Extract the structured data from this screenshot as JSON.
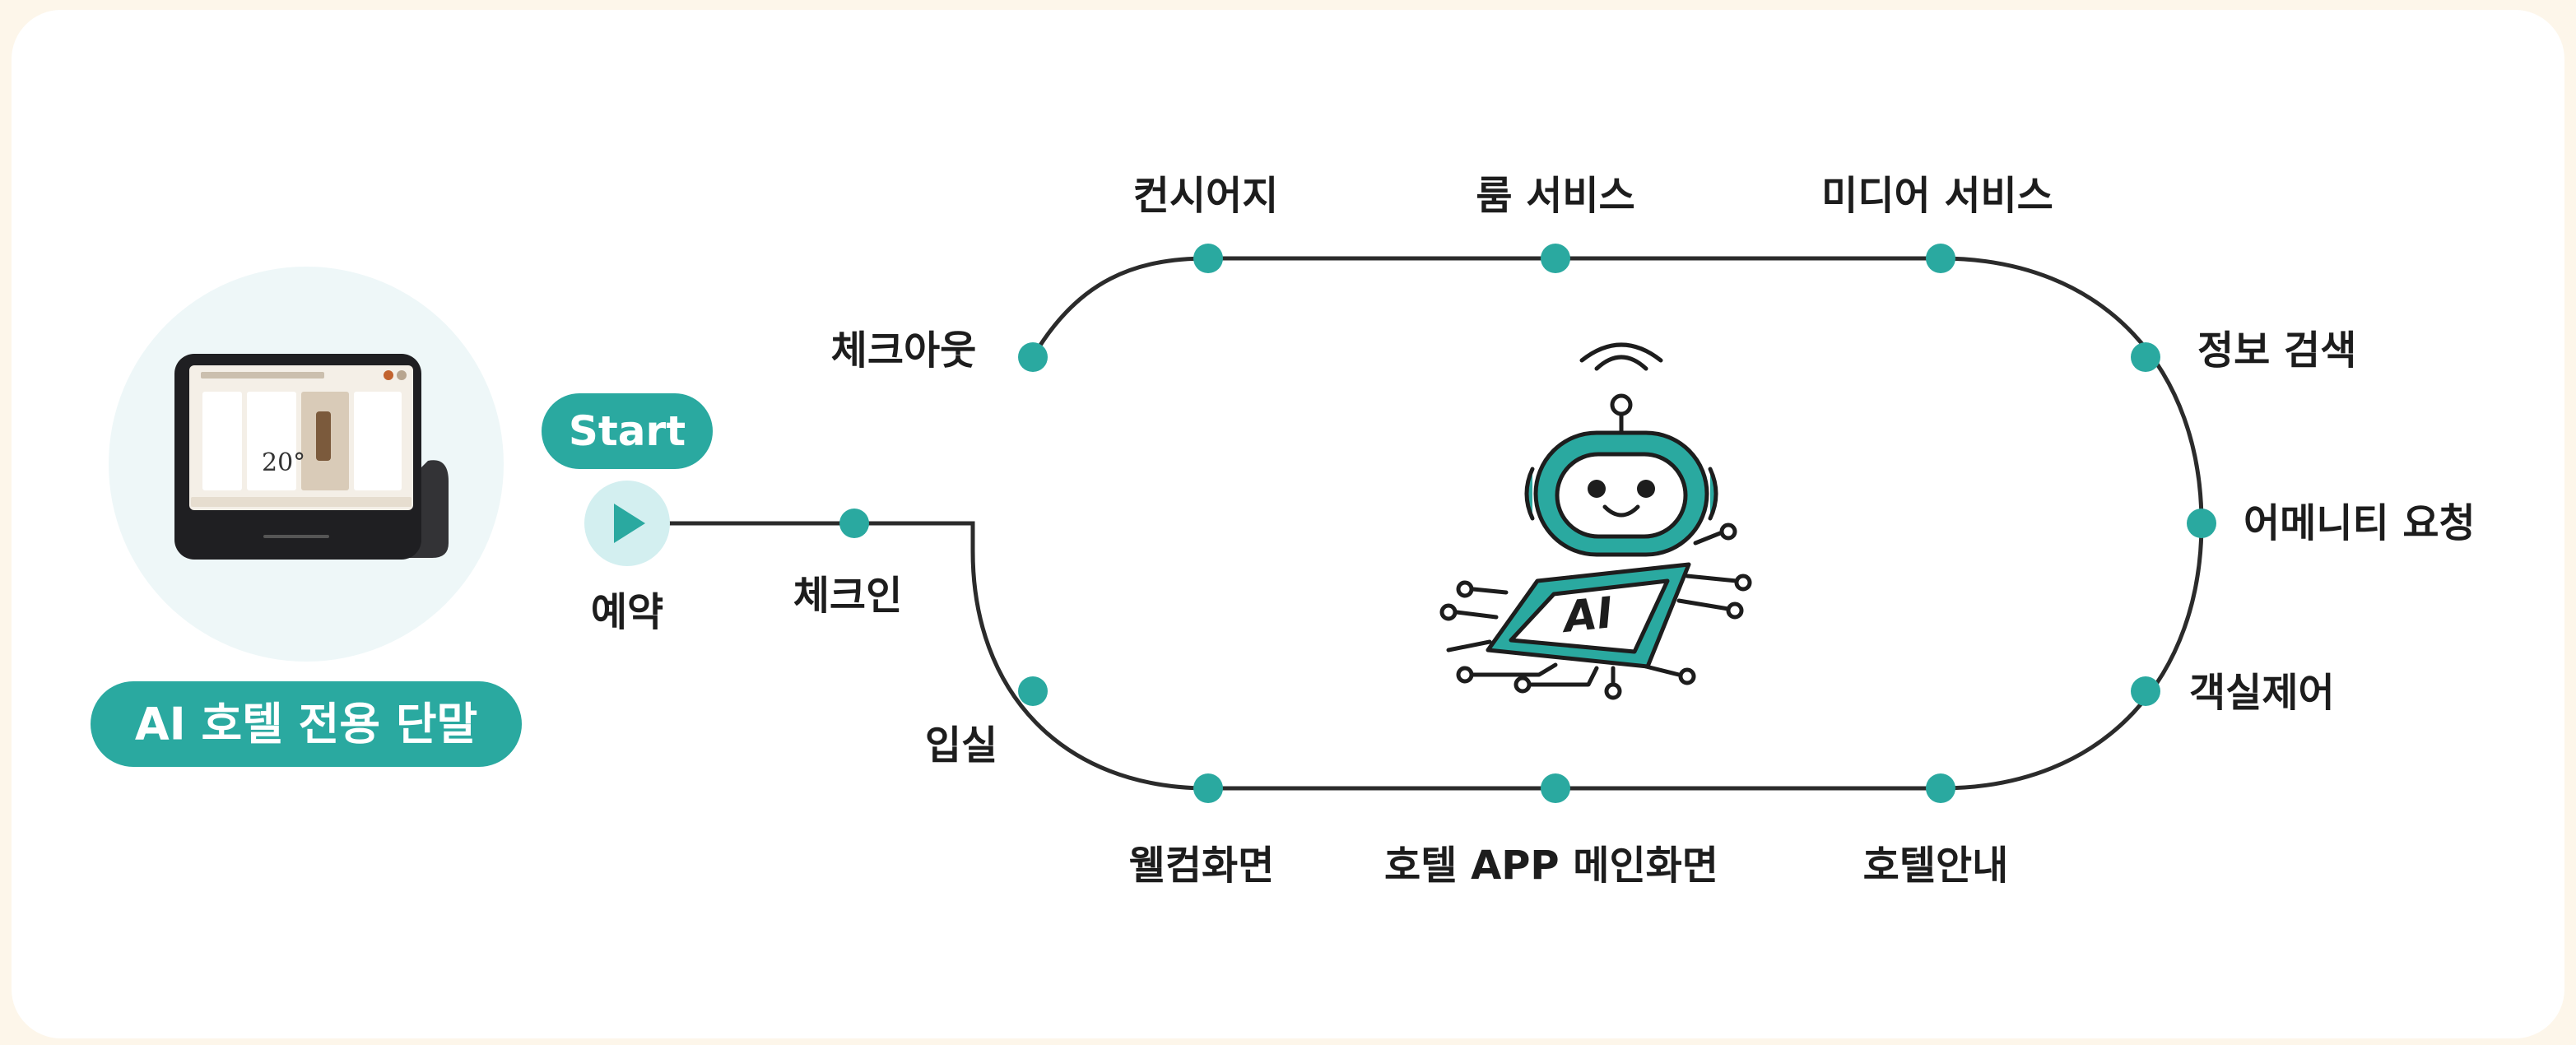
{
  "colors": {
    "accent": "#2aa9a0",
    "line": "#2b2b2b",
    "background": "#fdf6ea",
    "card": "#ffffff",
    "device_circle": "#eef7f8"
  },
  "device": {
    "label": "AI 호텔 전용 단말",
    "screen_temperature": "20°"
  },
  "start": {
    "badge": "Start",
    "label": "예약"
  },
  "flow_steps": {
    "checkin": "체크인",
    "moving_in": "입실",
    "welcome_screen": "웰컴화면",
    "hotel_app_main": "호텔 APP 메인화면",
    "hotel_guide": "호텔안내",
    "room_control": "객실제어",
    "amenity_request": "어메니티 요청",
    "info_search": "정보 검색",
    "media_service": "미디어 서비스",
    "room_service": "룸 서비스",
    "concierge": "컨시어지",
    "checkout": "체크아웃"
  },
  "center_icon": {
    "name": "ai-robot-icon",
    "chip_text": "AI"
  }
}
